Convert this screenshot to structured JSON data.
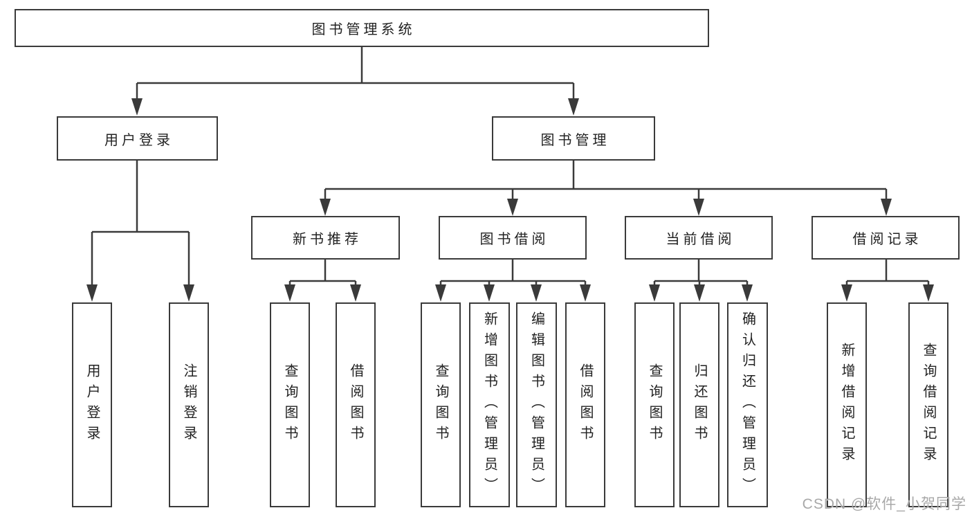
{
  "page": {
    "background": "#ffffff",
    "line_color": "#3a3a3a",
    "text_color": "#222222"
  },
  "tree": {
    "root": {
      "label": "图书管理系统"
    },
    "branches": [
      {
        "label": "用户登录",
        "children": [
          {
            "label": "用户登录"
          },
          {
            "label": "注销登录"
          }
        ]
      },
      {
        "label": "图书管理",
        "children": [
          {
            "label": "新书推荐",
            "children": [
              {
                "label": "查询图书"
              },
              {
                "label": "借阅图书"
              }
            ]
          },
          {
            "label": "图书借阅",
            "children": [
              {
                "label": "查询图书"
              },
              {
                "label": "新增图书（管理员）"
              },
              {
                "label": "编辑图书（管理员）"
              },
              {
                "label": "借阅图书"
              }
            ]
          },
          {
            "label": "当前借阅",
            "children": [
              {
                "label": "查询图书"
              },
              {
                "label": "归还图书"
              },
              {
                "label": "确认归还（管理员）"
              }
            ]
          },
          {
            "label": "借阅记录",
            "children": [
              {
                "label": "新增借阅记录"
              },
              {
                "label": "查询借阅记录"
              }
            ]
          }
        ]
      }
    ]
  },
  "watermark": {
    "text": "CSDN @软件_小贺同学",
    "color": "#9e9e9e"
  }
}
